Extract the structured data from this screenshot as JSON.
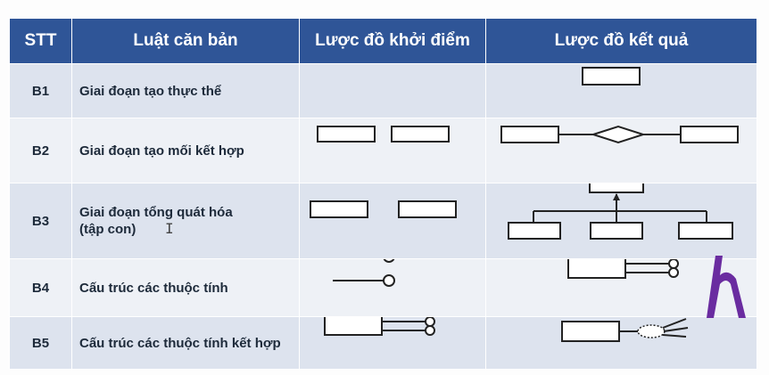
{
  "table": {
    "headers": [
      "STT",
      "Luật căn bản",
      "Lược đồ khởi điểm",
      "Lược đồ kết quả"
    ],
    "rows": [
      {
        "stt": "B1",
        "rule_lines": [
          "Giai đoạn tạo thực thể"
        ]
      },
      {
        "stt": "B2",
        "rule_lines": [
          "Giai đoạn tạo mối kết hợp"
        ]
      },
      {
        "stt": "B3",
        "rule_lines": [
          "Giai đoạn tổng quát hóa",
          "(tập con)"
        ]
      },
      {
        "stt": "B4",
        "rule_lines": [
          "Cấu trúc các thuộc tính"
        ]
      },
      {
        "stt": "B5",
        "rule_lines": [
          "Cấu trúc các thuộc tính kết hợp"
        ]
      }
    ]
  },
  "colors": {
    "header_bg": "#2f5597",
    "row_odd": "#dde3ee",
    "row_even": "#eef1f6",
    "logo": "#6a2ca0"
  },
  "icons": {
    "cursor": "text-cursor-icon",
    "logo": "h-logo-icon"
  }
}
